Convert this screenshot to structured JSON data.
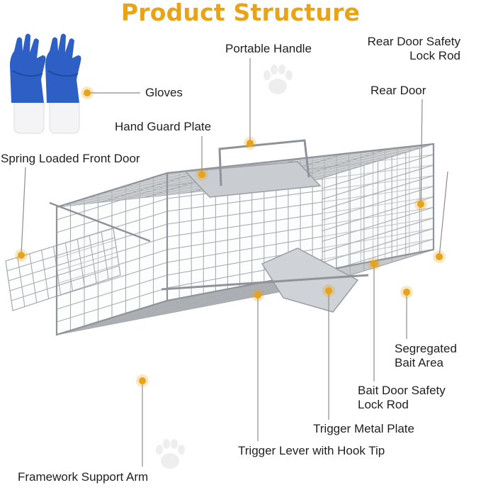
{
  "title": "Product Structure",
  "colors": {
    "title": "#E8A317",
    "marker": "#E8A317",
    "leader": "#8c8c8c",
    "wire": "#a9acb0",
    "plate": "#c9ccd0",
    "glove_blue": "#2d5fc4",
    "glove_white": "#f4f4f6"
  },
  "labels": {
    "gloves": "Gloves",
    "portable_handle": "Portable Handle",
    "rear_door_safety_lock_rod_line1": "Rear Door Safety",
    "rear_door_safety_lock_rod_line2": "Lock Rod",
    "rear_door": "Rear Door",
    "hand_guard_plate": "Hand Guard Plate",
    "spring_loaded_front_door": "Spring Loaded Front Door",
    "segregated_bait_area_line1": "Segregated",
    "segregated_bait_area_line2": "Bait Area",
    "bait_door_safety_lock_rod_line1": "Bait Door Safety",
    "bait_door_safety_lock_rod_line2": "Lock Rod",
    "trigger_metal_plate": "Trigger Metal Plate",
    "trigger_lever_with_hook_tip": "Trigger Lever with Hook Tip",
    "framework_support_arm": "Framework Support Arm"
  }
}
